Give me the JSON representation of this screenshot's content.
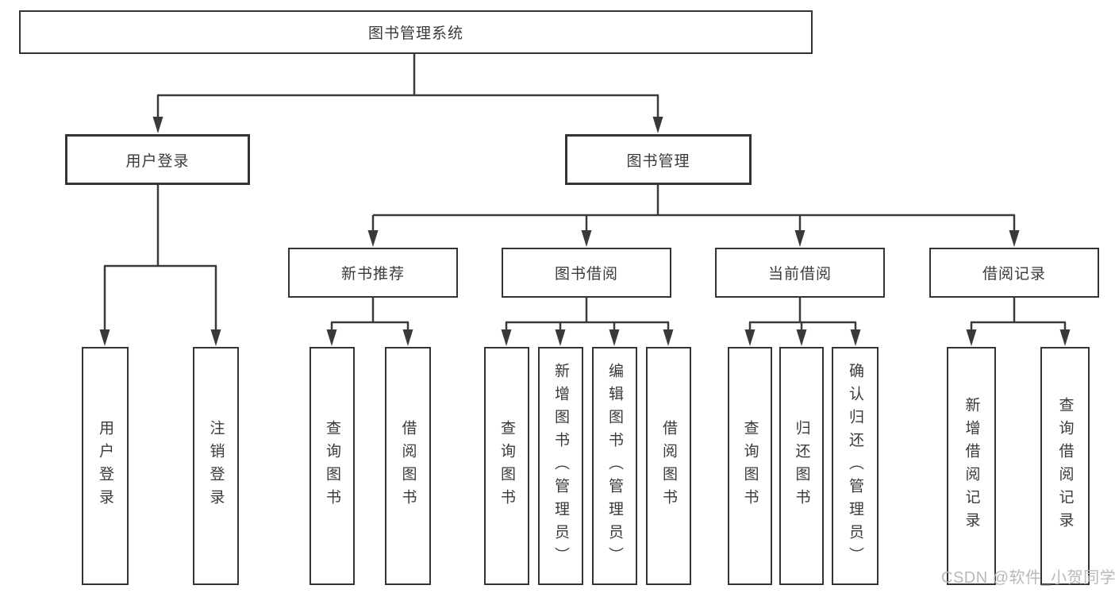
{
  "root": {
    "label": "图书管理系统"
  },
  "level2": {
    "user_login": {
      "label": "用户登录"
    },
    "book_management": {
      "label": "图书管理"
    }
  },
  "level3": {
    "new_book_recommendation": {
      "label": "新书推荐"
    },
    "book_borrowing": {
      "label": "图书借阅"
    },
    "current_borrowing": {
      "label": "当前借阅"
    },
    "borrowing_records": {
      "label": "借阅记录"
    }
  },
  "leaves": {
    "user_login": {
      "label": "用户登录"
    },
    "logout": {
      "label": "注销登录"
    },
    "recommend_query_books": {
      "label": "查询图书"
    },
    "recommend_borrow_books": {
      "label": "借阅图书"
    },
    "borrow_query_books": {
      "label": "查询图书"
    },
    "borrow_add_books_admin": {
      "label": "新增图书（管理员）"
    },
    "borrow_edit_books_admin": {
      "label": "编辑图书（管理员）"
    },
    "borrow_borrow_books": {
      "label": "借阅图书"
    },
    "current_query_books": {
      "label": "查询图书"
    },
    "current_return_books": {
      "label": "归还图书"
    },
    "current_confirm_return_admin": {
      "label": "确认归还（管理员）"
    },
    "records_add_record": {
      "label": "新增借阅记录"
    },
    "records_query_record": {
      "label": "查询借阅记录"
    }
  },
  "watermark": {
    "text": "CSDN @软件_小贺同学"
  },
  "colors": {
    "line": "#3a3a3a",
    "box_border": "#343434",
    "text": "#3a3a3a",
    "watermark": "#b9b9b9",
    "background": "#ffffff"
  }
}
